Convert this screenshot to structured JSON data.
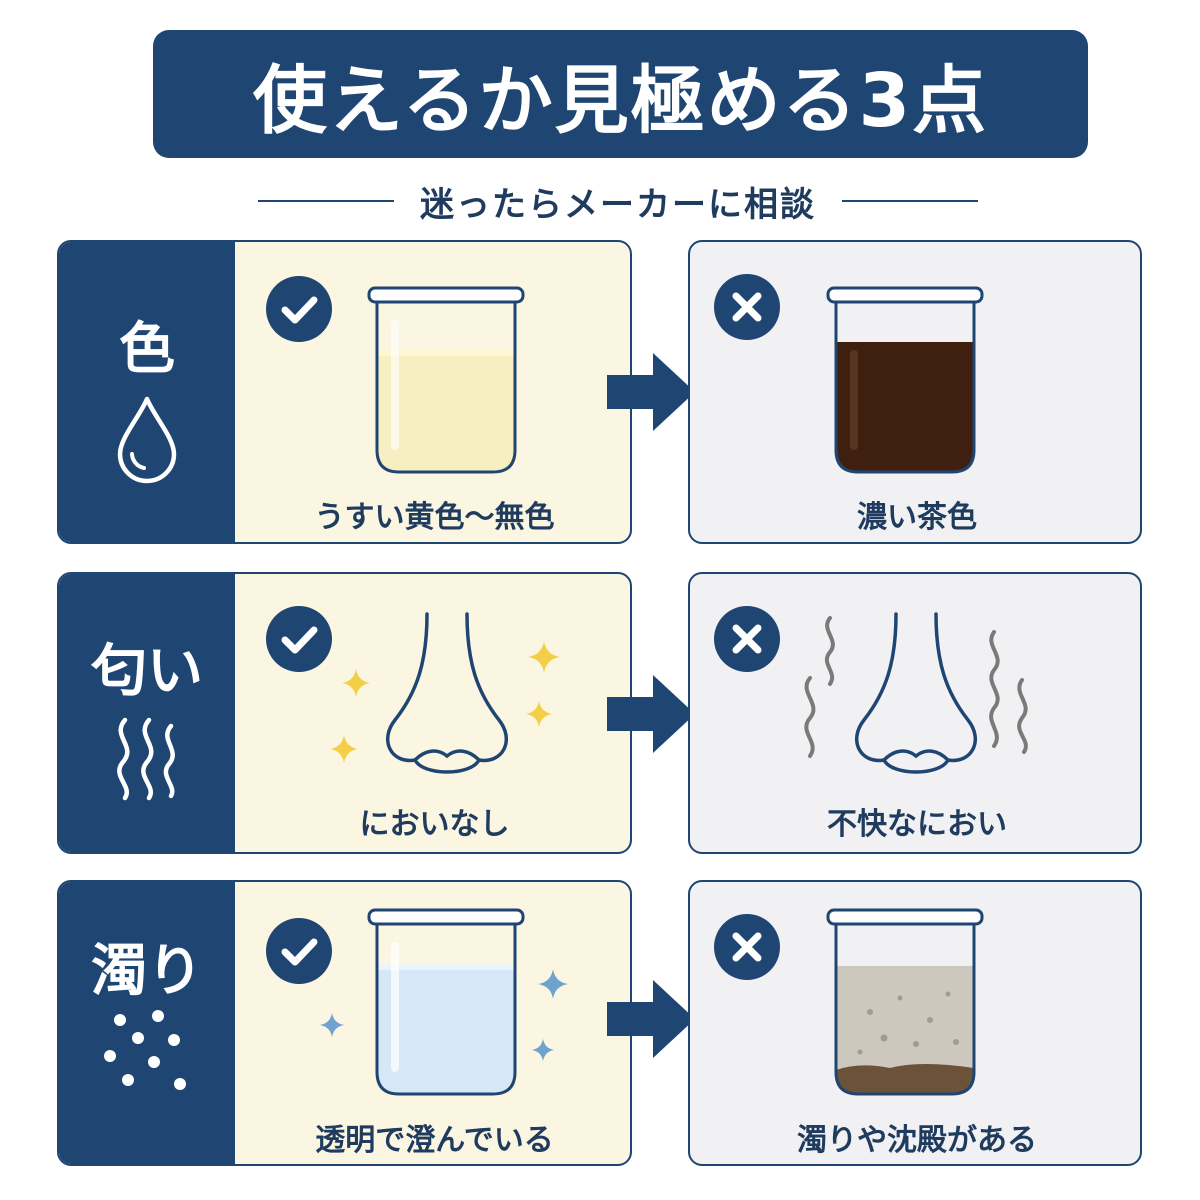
{
  "title": "使えるか見極める3点",
  "subtitle": "迷ったらメーカーに相談",
  "rows": [
    {
      "label": "色",
      "label_icon": "water-drop-icon",
      "good": {
        "badge": "check-icon",
        "caption": "うすい黄色〜無色"
      },
      "bad": {
        "badge": "cross-icon",
        "caption": "濃い茶色"
      }
    },
    {
      "label": "匂い",
      "label_icon": "odor-waves-icon",
      "good": {
        "badge": "check-icon",
        "caption": "においなし"
      },
      "bad": {
        "badge": "cross-icon",
        "caption": "不快なにおい"
      }
    },
    {
      "label": "濁り",
      "label_icon": "particles-icon",
      "good": {
        "badge": "check-icon",
        "caption": "透明で澄んでいる"
      },
      "bad": {
        "badge": "cross-icon",
        "caption": "濁りや沈殿がある"
      }
    }
  ],
  "colors": {
    "navy": "#1f4673",
    "good_bg": "#fbf6e2",
    "bad_bg": "#f1f1f3",
    "light_yellow_liquid": "#f7efc2",
    "dark_brown_liquid": "#3f1f0f",
    "clear_blue_liquid": "#d6e8f7",
    "murky_liquid": "#cdc8bd",
    "sparkle_yellow": "#f3cf47",
    "sparkle_blue": "#6fa2cf"
  }
}
